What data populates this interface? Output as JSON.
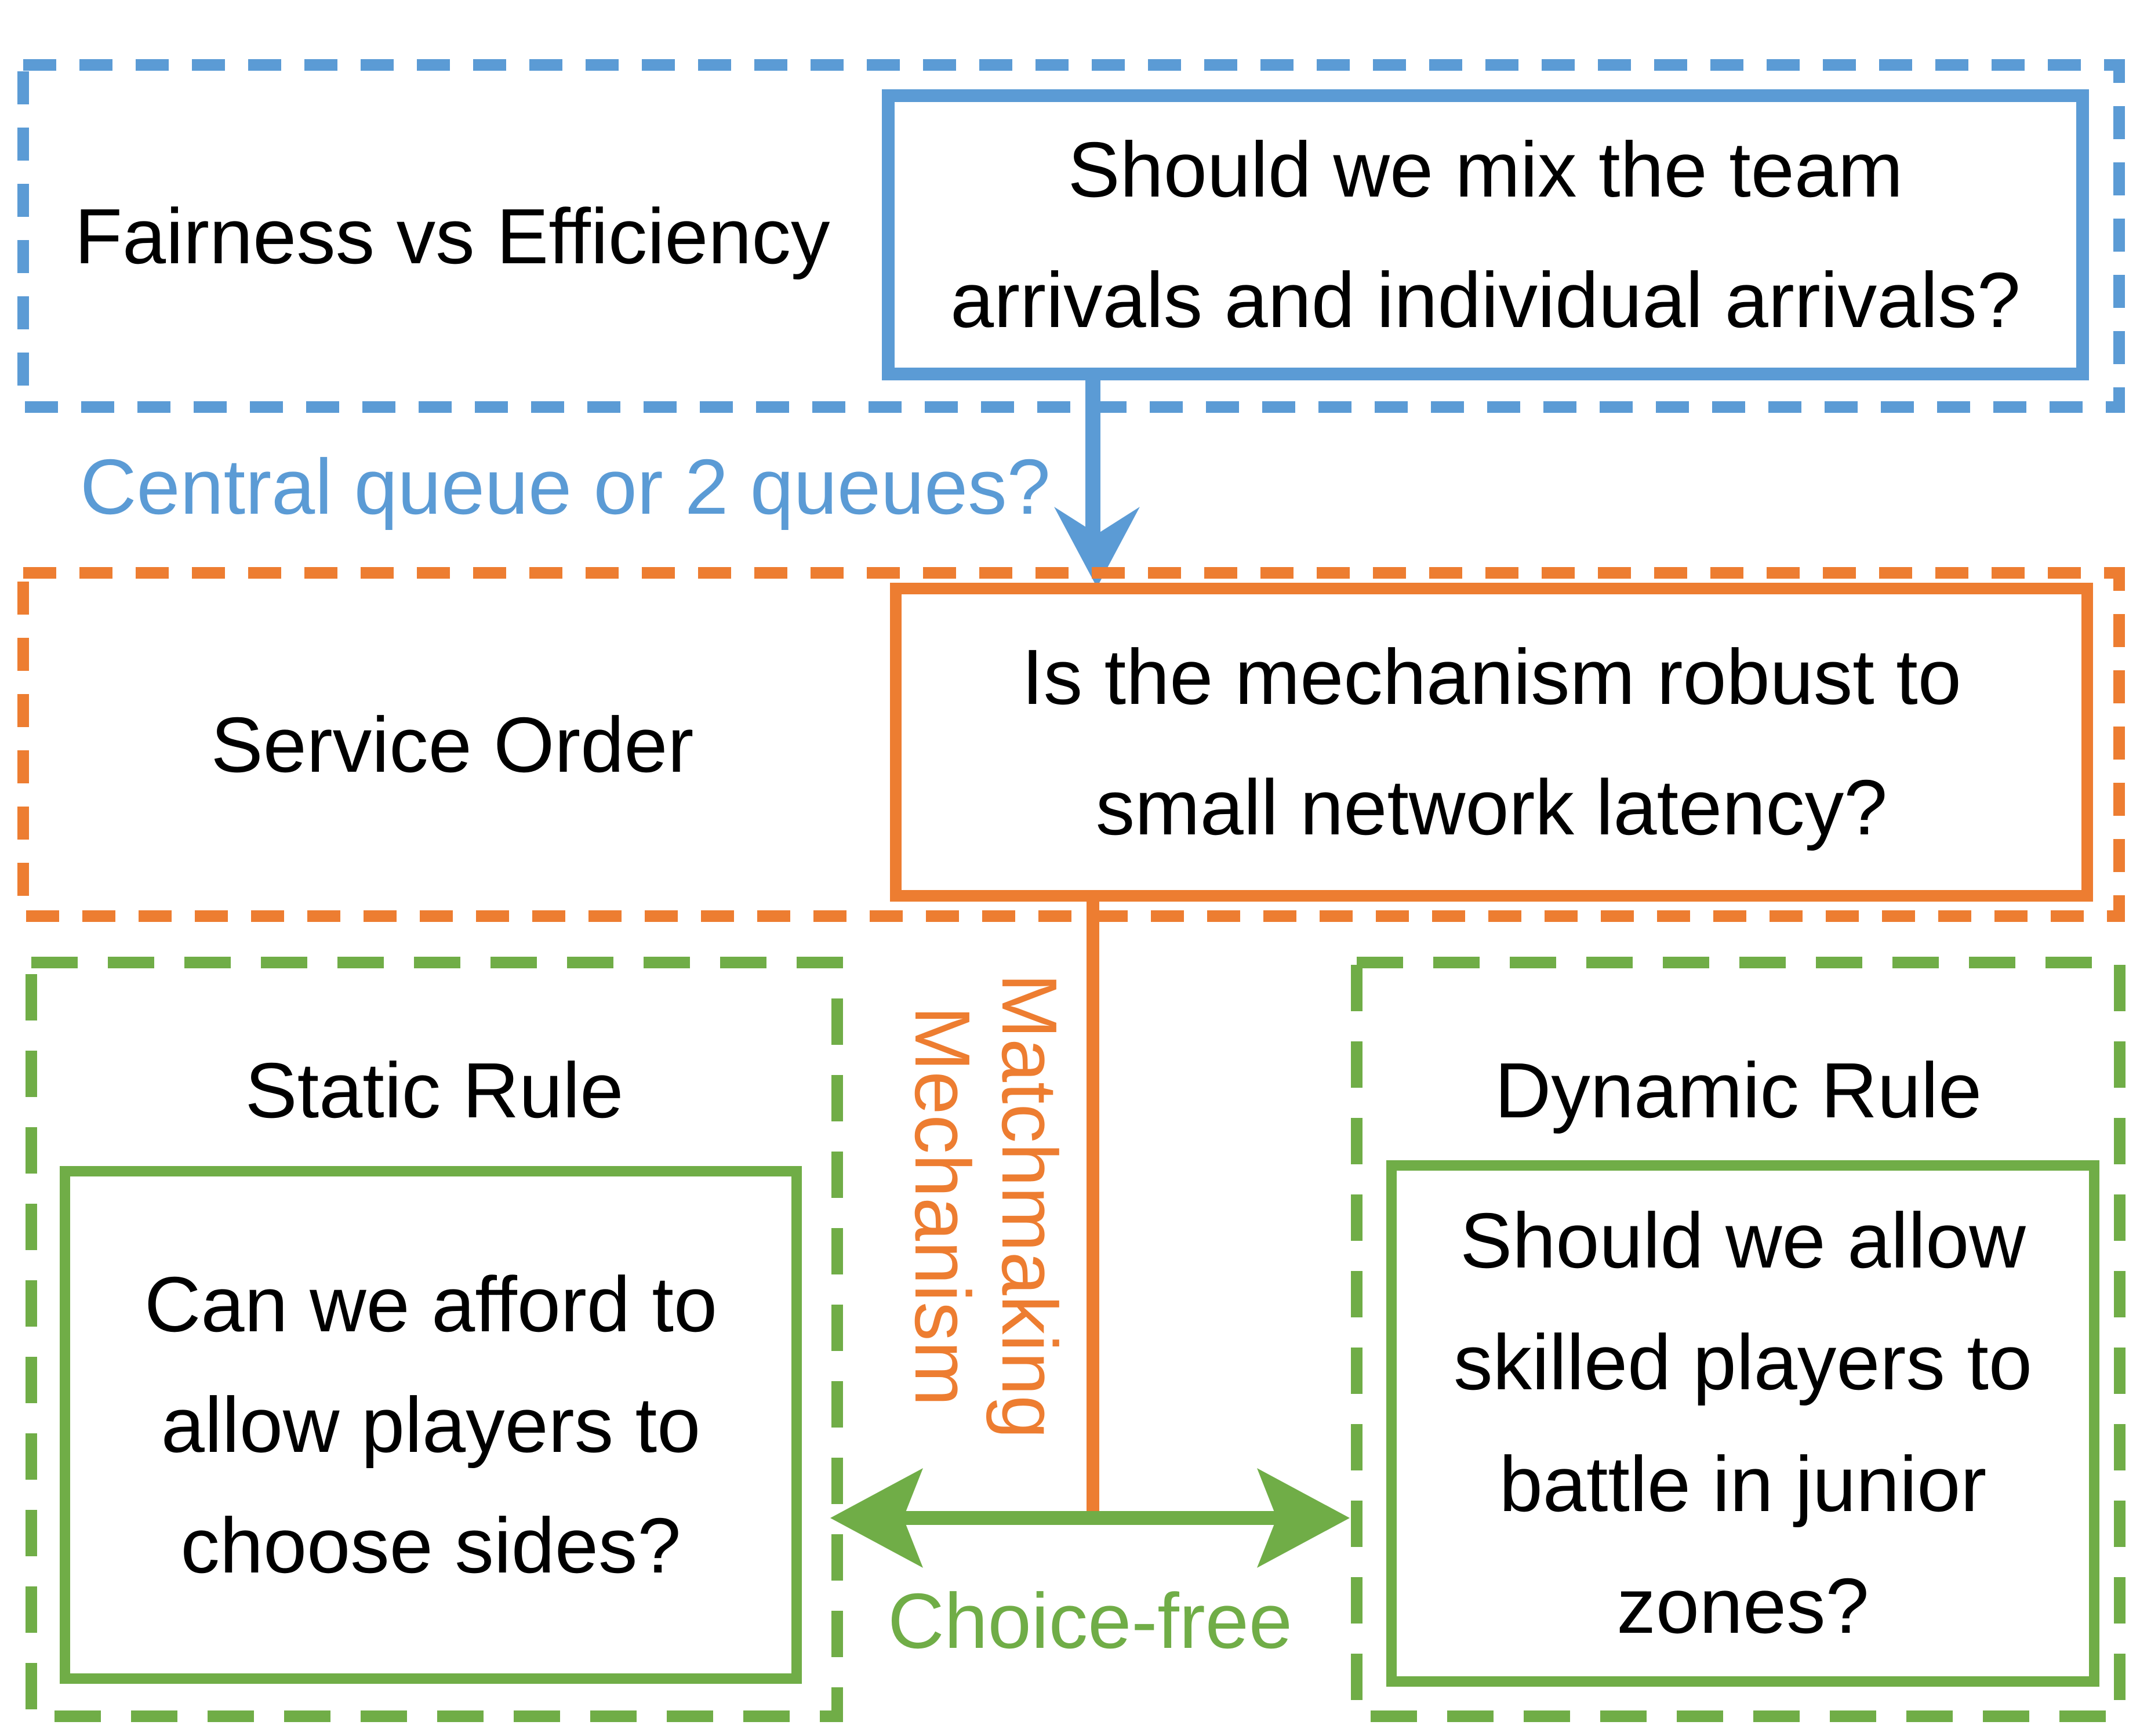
{
  "colors": {
    "blue": "#5B9BD5",
    "orange": "#ED7D31",
    "green": "#70AD47",
    "text": "#000000"
  },
  "fairness": {
    "label": "Fairness vs Efficiency",
    "question_lines": [
      "Should we mix the team",
      "arrivals and individual arrivals?"
    ]
  },
  "queue_annotation": "Central queue or 2 queues?",
  "service": {
    "label": "Service Order",
    "question_lines": [
      "Is the mechanism robust to",
      "small network latency?"
    ]
  },
  "connector": {
    "label_lines": [
      "Matchmaking",
      "Mechanism"
    ]
  },
  "static_rule": {
    "label": "Static Rule",
    "question_lines": [
      "Can we afford to",
      "allow players to",
      "choose sides?"
    ]
  },
  "dynamic_rule": {
    "label": "Dynamic Rule",
    "question_lines": [
      "Should we allow",
      "skilled players to",
      "battle in junior",
      "zones?"
    ]
  },
  "choice_annotation": "Choice-free"
}
